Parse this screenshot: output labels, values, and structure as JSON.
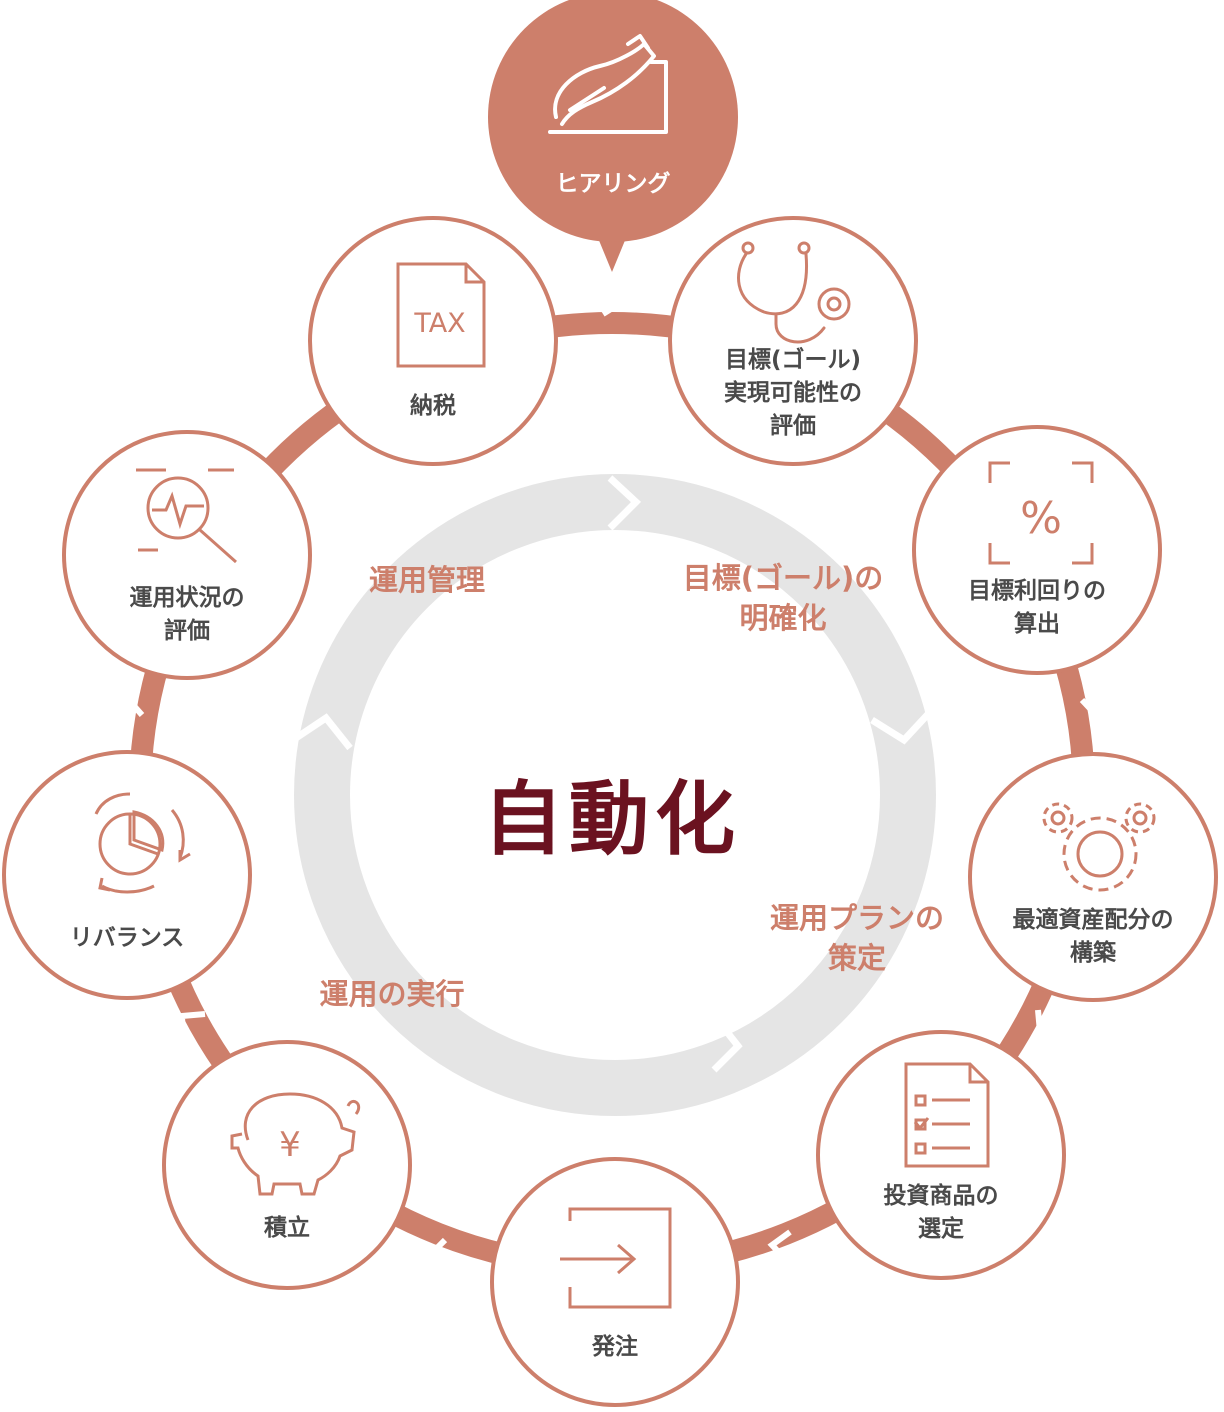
{
  "center": {
    "title": "自動化"
  },
  "phases": {
    "goal": "目標(ゴール)の\n明確化",
    "plan": "運用プランの\n策定",
    "execute": "運用の実行",
    "manage": "運用管理"
  },
  "steps": {
    "hearing": "ヒアリング",
    "feasibility": "目標(ゴール)\n実現可能性の\n評価",
    "target_return": "目標利回りの\n算出",
    "allocation": "最適資産配分の\n構築",
    "product_selection": "投資商品の\n選定",
    "order": "発注",
    "accumulation": "積立",
    "rebalance": "リバランス",
    "evaluation": "運用状況の\n評価",
    "tax": "納税"
  },
  "icon_text": {
    "tax": "TAX",
    "yen": "¥",
    "percent": "%"
  },
  "colors": {
    "accent": "#cd7f6b",
    "ring": "#e5e5e5",
    "title": "#6b1220",
    "text": "#4a4a4a"
  }
}
